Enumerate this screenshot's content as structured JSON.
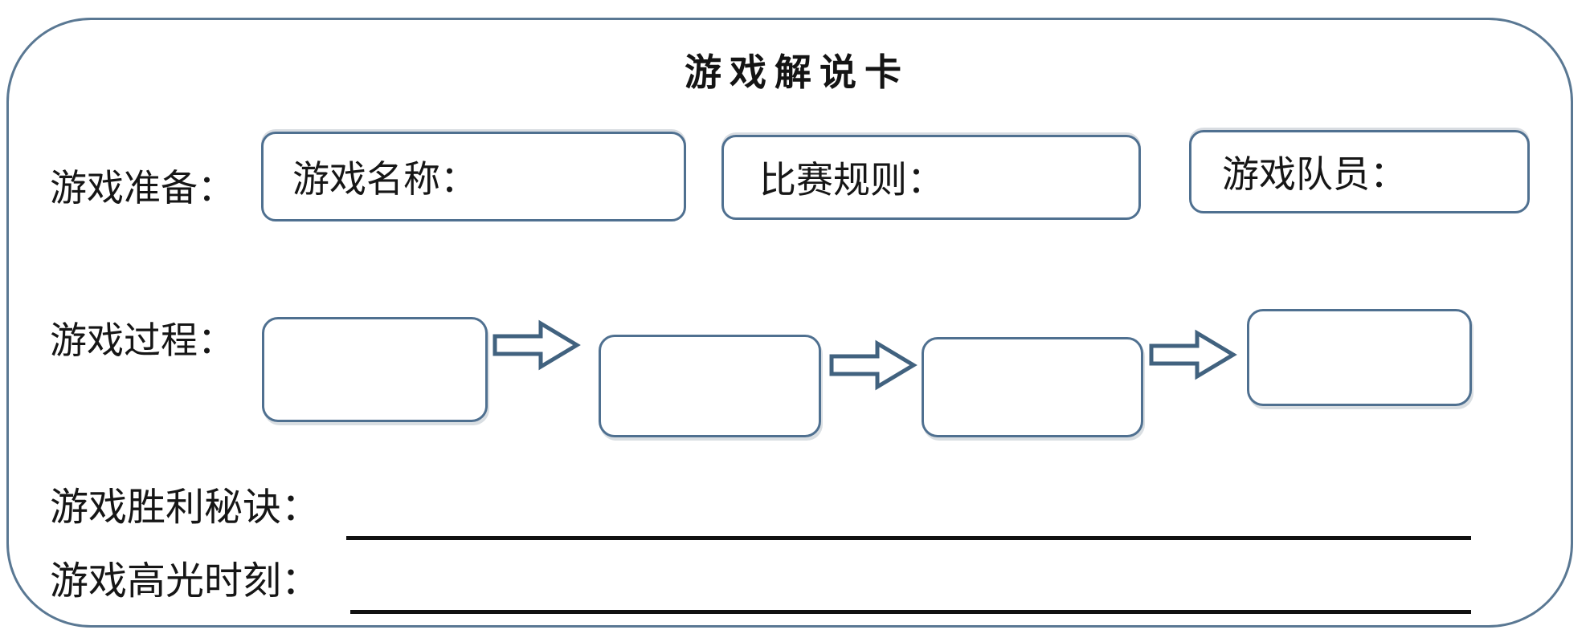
{
  "page": {
    "title": "游戏解说卡"
  },
  "sections": {
    "preparation": {
      "label": "游戏准备：",
      "boxes": [
        {
          "label": "游戏名称：",
          "value": ""
        },
        {
          "label": "比赛规则：",
          "value": ""
        },
        {
          "label": "游戏队员：",
          "value": ""
        }
      ]
    },
    "process": {
      "label": "游戏过程：",
      "steps": [
        "",
        "",
        "",
        ""
      ],
      "arrow_icon": "block-arrow-right"
    },
    "victory_tip": {
      "label": "游戏胜利秘诀：",
      "value": ""
    },
    "highlight_moment": {
      "label": "游戏高光时刻：",
      "value": ""
    }
  },
  "colors": {
    "frame_border": "#5a7893",
    "box_border": "#4f7090",
    "arrow_outline": "#41627f",
    "title_text": "#141414",
    "label_text": "#161616",
    "fill_line": "#111111",
    "background": "#ffffff"
  }
}
